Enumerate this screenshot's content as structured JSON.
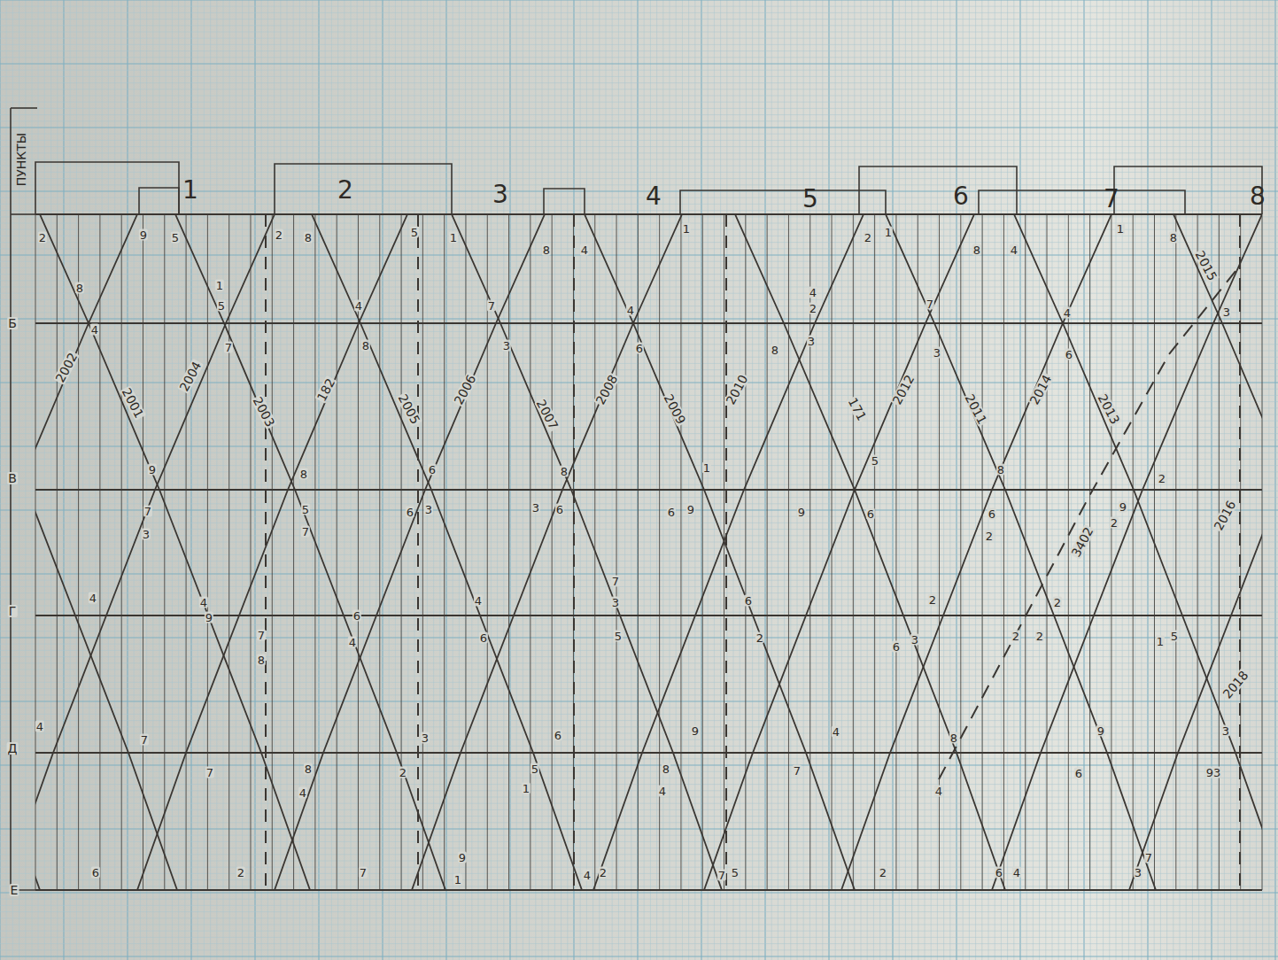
{
  "diagram": {
    "labels": [
      "1",
      "2",
      "3",
      "4",
      "5",
      "6",
      "7",
      "8",
      "ПУНКТЫ",
      "Б",
      "В",
      "Г",
      "Д",
      "Е",
      "2002",
      "2001",
      "2004",
      "2003",
      "182",
      "2005",
      "2006",
      "2007",
      "2008",
      "2009",
      "2010",
      "171",
      "2012",
      "2011",
      "2014",
      "2013",
      "2015",
      "3402",
      "2016",
      "2018",
      "2",
      "9",
      "5",
      "2",
      "8",
      "5",
      "1",
      "8",
      "4",
      "1",
      "2",
      "1",
      "8",
      "4",
      "1",
      "8",
      "8",
      "1",
      "5",
      "4",
      "7",
      "4",
      "4",
      "2",
      "7",
      "4",
      "3",
      "4",
      "7",
      "8",
      "3",
      "6",
      "8",
      "3",
      "3",
      "6",
      "9",
      "8",
      "6",
      "8",
      "1",
      "5",
      "8",
      "2",
      "7",
      "3",
      "5",
      "7",
      "6",
      "3",
      "3",
      "6",
      "6",
      "9",
      "9",
      "6",
      "6",
      "2",
      "9",
      "2",
      "4",
      "4",
      "9",
      "7",
      "8",
      "6",
      "4",
      "4",
      "6",
      "7",
      "3",
      "5",
      "6",
      "2",
      "2",
      "6",
      "3",
      "2",
      "2",
      "2",
      "5",
      "1",
      "4",
      "7",
      "3",
      "6",
      "9",
      "4",
      "8",
      "9",
      "3",
      "7",
      "8",
      "4",
      "2",
      "5",
      "1",
      "8",
      "4",
      "7",
      "4",
      "6",
      "93",
      "6",
      "2",
      "7",
      "9",
      "1",
      "4",
      "2",
      "7",
      "5",
      "2",
      "6",
      "4",
      "3",
      "7"
    ]
  }
}
